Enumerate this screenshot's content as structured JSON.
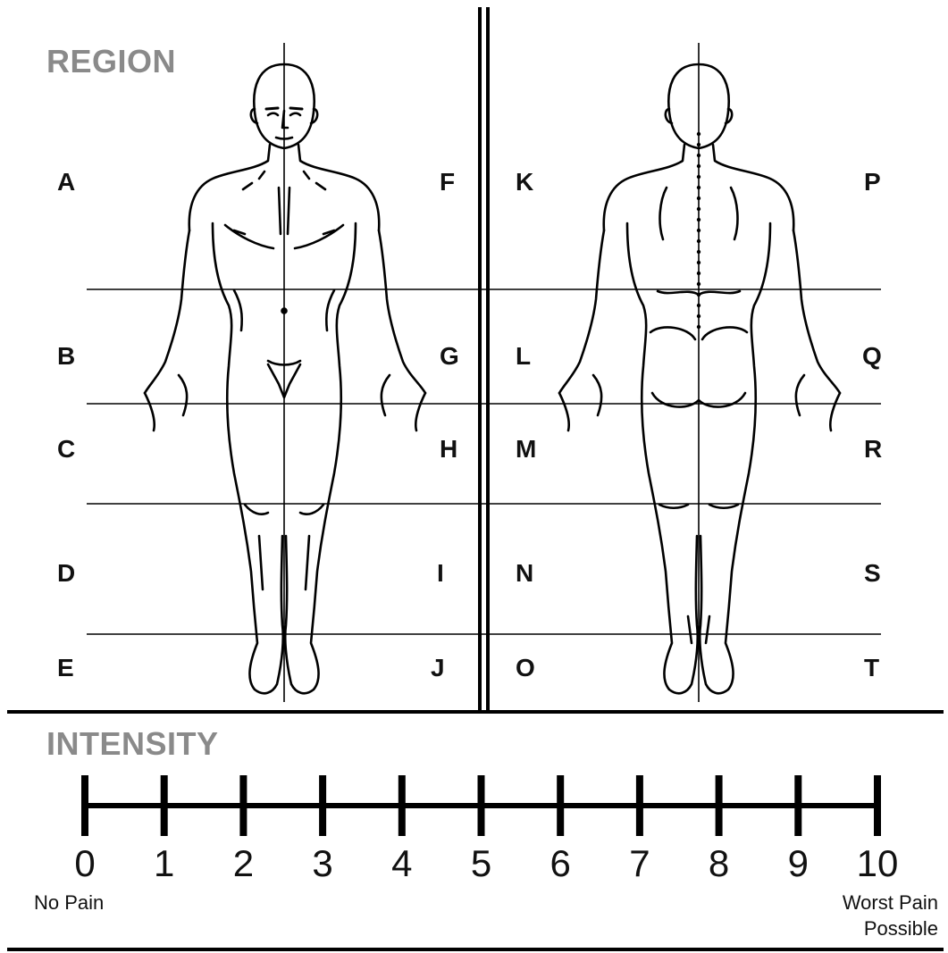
{
  "region": {
    "heading": "REGION",
    "left_column": [
      "A",
      "B",
      "C",
      "D",
      "E"
    ],
    "center_left_column": [
      "F",
      "G",
      "H",
      "I",
      "J"
    ],
    "center_right_column": [
      "K",
      "L",
      "M",
      "N",
      "O"
    ],
    "right_column": [
      "P",
      "Q",
      "R",
      "S",
      "T"
    ]
  },
  "figures": {
    "front": "front-body-figure",
    "back": "back-body-figure"
  },
  "intensity": {
    "heading": "INTENSITY",
    "scale": [
      "0",
      "1",
      "2",
      "3",
      "4",
      "5",
      "6",
      "7",
      "8",
      "9",
      "10"
    ],
    "min_label": "No Pain",
    "max_label_line1": "Worst Pain",
    "max_label_line2": "Possible"
  },
  "colors": {
    "heading": "#8a8a8a",
    "ink": "#111111"
  }
}
